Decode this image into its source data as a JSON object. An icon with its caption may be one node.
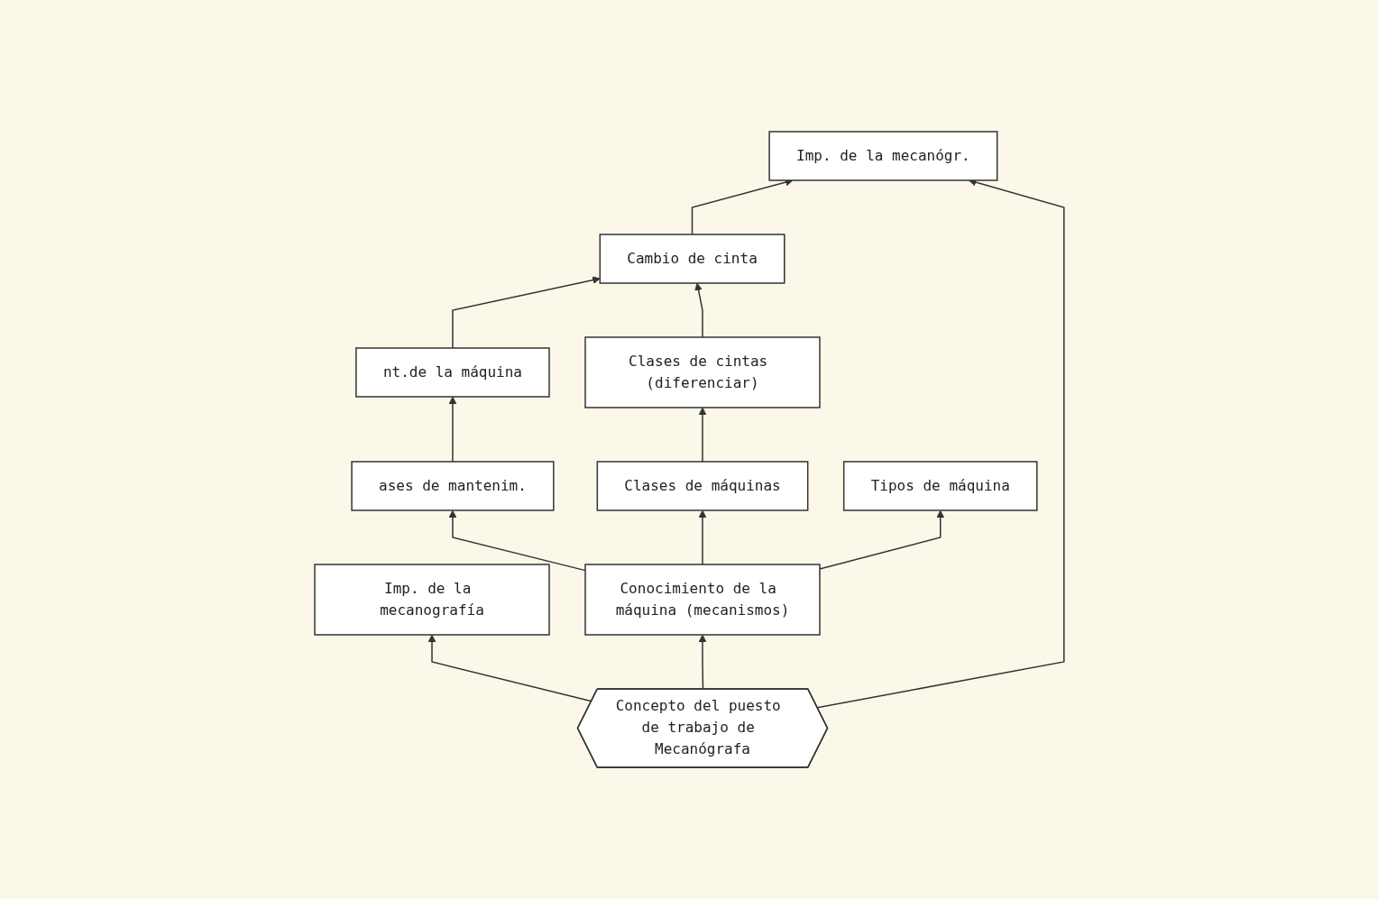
{
  "diagram": {
    "nodes": [
      {
        "text": [
          "Cambio de cinta"
        ]
      },
      {
        "text": [
          "Imp. de la mecanógr."
        ]
      },
      {
        "text": [
          "Imp. de la mecanografía"
        ]
      },
      {
        "text": [
          "nt.de la máquina"
        ]
      },
      {
        "text": [
          "Clases de cintas (diferenciar)"
        ]
      },
      {
        "text": [
          "ases de mantenim."
        ]
      },
      {
        "text": [
          "Clases de máquinas"
        ]
      },
      {
        "text": [
          "Tipos de máquina"
        ]
      },
      {
        "text": [
          "Conocimiento de la máquina (mecanismos)"
        ]
      },
      {
        "text": [
          "Concepto del puesto de trabajo de Mecanógrafa"
        ]
      }
    ],
    "edges": [
      {
        "from": 0,
        "to": 1,
        "arrow": "to"
      },
      {
        "from": 3,
        "to": 0,
        "arrow": "to"
      },
      {
        "from": 4,
        "to": 0,
        "arrow": "to"
      },
      {
        "from": 5,
        "to": 3,
        "arrow": "to"
      },
      {
        "from": 6,
        "to": 4,
        "arrow": "to"
      },
      {
        "from": 8,
        "to": 5,
        "arrow": "to"
      },
      {
        "from": 8,
        "to": 6,
        "arrow": "to"
      },
      {
        "from": 8,
        "to": 7,
        "arrow": "to"
      },
      {
        "from": 9,
        "to": 8,
        "arrow": "to"
      },
      {
        "from": 9,
        "to": 1,
        "arrow": "to"
      },
      {
        "from": 9,
        "to": 2,
        "arrow": "to"
      }
    ]
  }
}
